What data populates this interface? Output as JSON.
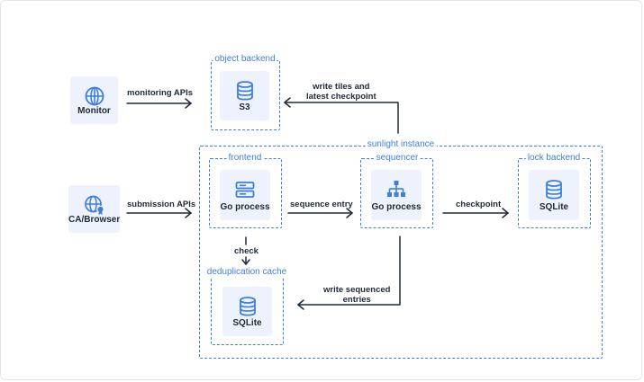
{
  "groups": {
    "object_backend": "object backend",
    "sunlight_instance": "sunlight instance",
    "frontend": "frontend",
    "sequencer": "sequencer",
    "lock_backend": "lock backend",
    "dedup_cache": "deduplication cache"
  },
  "nodes": {
    "monitor": {
      "title": "Monitor",
      "icon": "globe-icon"
    },
    "s3": {
      "title": "S3",
      "icon": "database-icon"
    },
    "ca_browser": {
      "title": "CA/Browser",
      "icon": "globe-certificate-icon"
    },
    "frontend_process": {
      "title": "Go process",
      "icon": "server-icon"
    },
    "sequencer_process": {
      "title": "Go process",
      "icon": "hierarchy-icon"
    },
    "lock_sqlite": {
      "title": "SQLite",
      "icon": "database-icon"
    },
    "dedup_sqlite": {
      "title": "SQLite",
      "icon": "database-icon"
    }
  },
  "edges": {
    "monitoring_apis": "monitoring APIs",
    "write_tiles": "write tiles and\nlatest checkpoint",
    "submission_apis": "submission APIs",
    "sequence_entry": "sequence entry",
    "checkpoint": "checkpoint",
    "check": "check",
    "write_sequenced": "write sequenced\nentries"
  },
  "colors": {
    "accent": "#3d7fdc",
    "tile_bg": "#edf2fc",
    "text": "#1f2937"
  }
}
